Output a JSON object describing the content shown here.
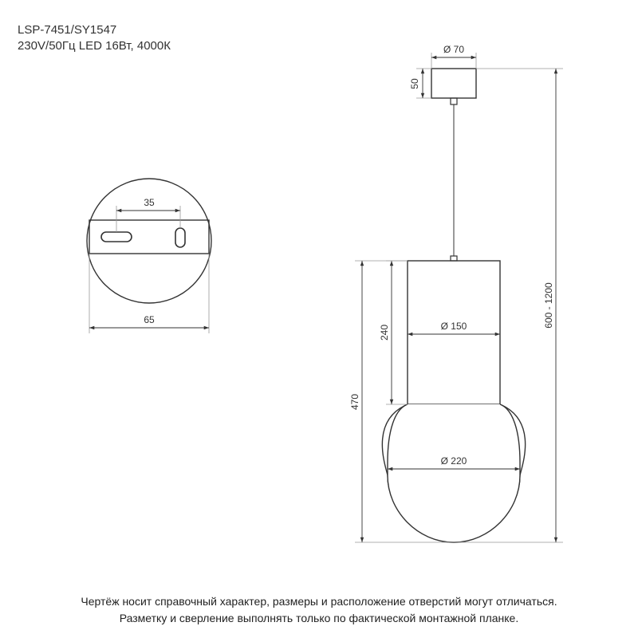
{
  "header": {
    "model": "LSP-7451/SY1547",
    "spec": "230V/50Гц  LED 16Вт, 4000К"
  },
  "mount_detail": {
    "slot_spacing_label": "35",
    "plate_width_label": "65"
  },
  "lamp": {
    "canopy_diameter_label": "Ø 70",
    "canopy_height_label": "50",
    "shade_height_label": "240",
    "shade_diameter_label": "Ø 150",
    "globe_diameter_label": "Ø 220",
    "body_height_label": "470",
    "total_height_label": "600 - 1200"
  },
  "footer": {
    "line1": "Чертёж носит справочный характер, размеры и расположение отверстий могут отличаться.",
    "line2": "Разметку и сверление выполнять только по фактической монтажной планке."
  }
}
